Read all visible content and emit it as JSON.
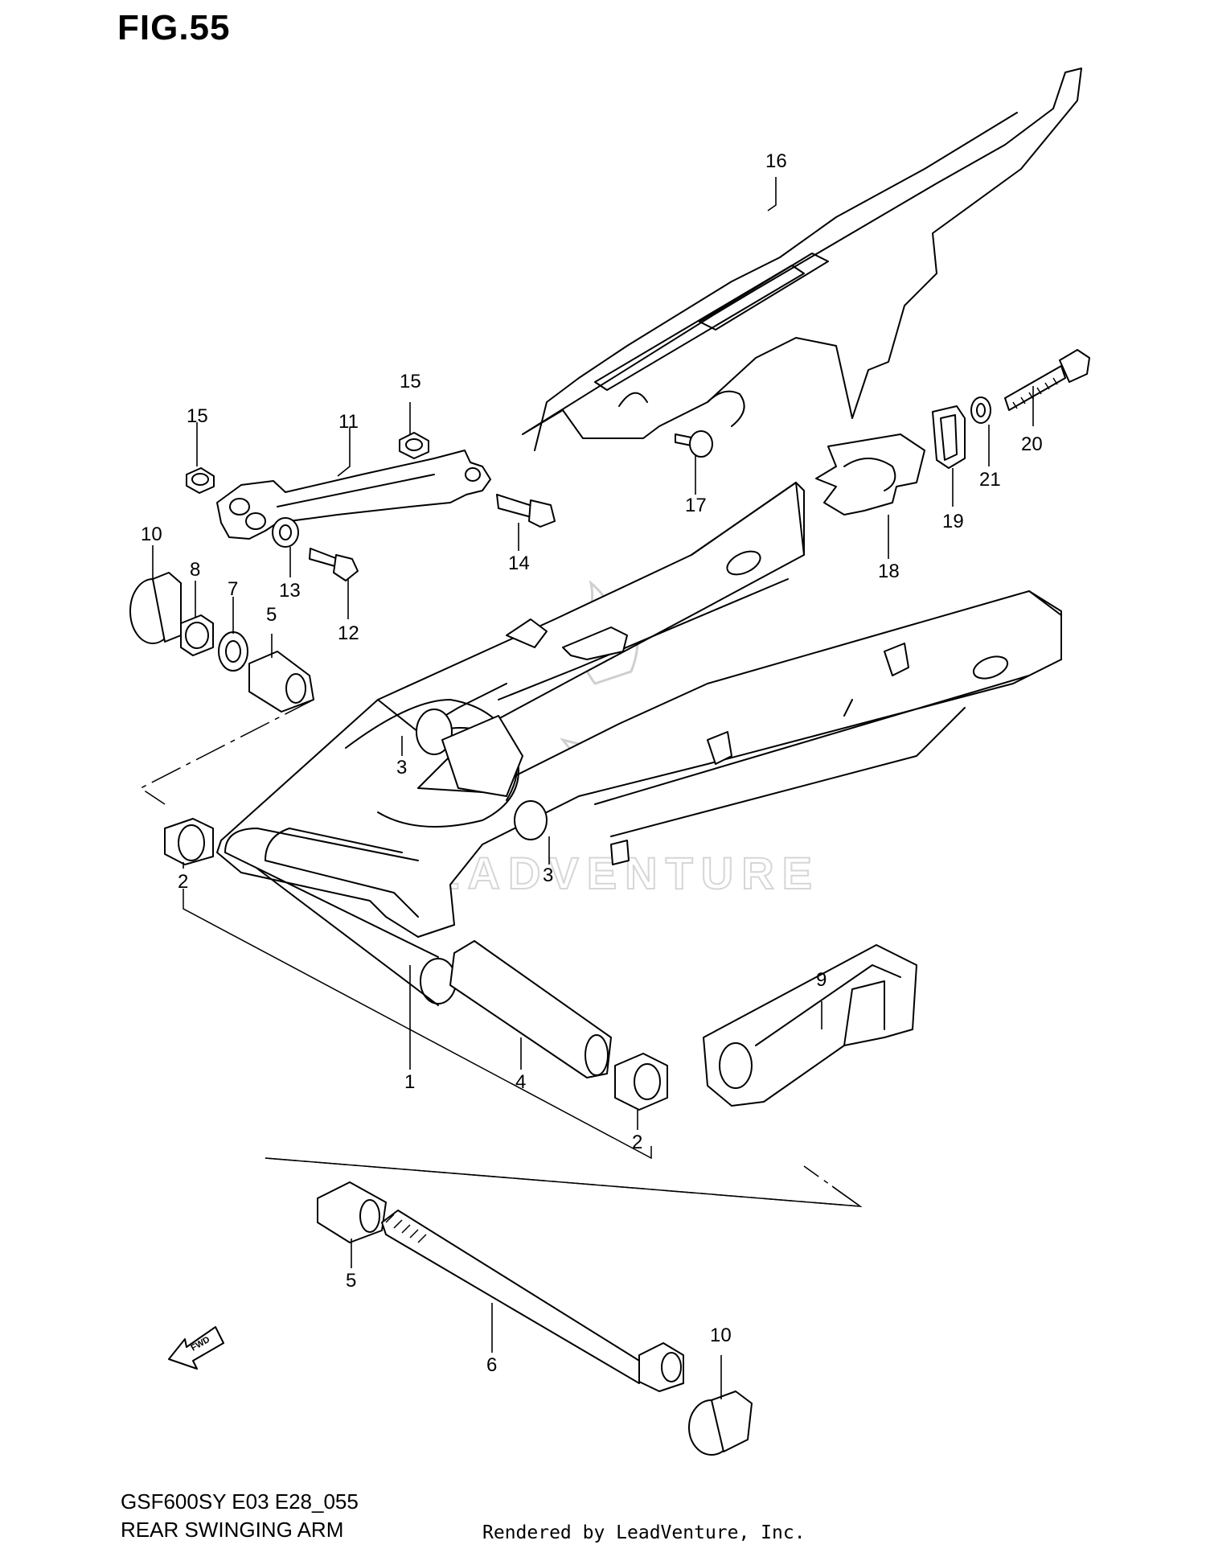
{
  "figure": {
    "title": "FIG.55"
  },
  "callouts": [
    {
      "id": "16",
      "label": "16"
    },
    {
      "id": "15a",
      "label": "15"
    },
    {
      "id": "15b",
      "label": "15"
    },
    {
      "id": "11",
      "label": "11"
    },
    {
      "id": "17",
      "label": "17"
    },
    {
      "id": "20",
      "label": "20"
    },
    {
      "id": "21",
      "label": "21"
    },
    {
      "id": "19",
      "label": "19"
    },
    {
      "id": "18",
      "label": "18"
    },
    {
      "id": "10a",
      "label": "10"
    },
    {
      "id": "8",
      "label": "8"
    },
    {
      "id": "7",
      "label": "7"
    },
    {
      "id": "5a",
      "label": "5"
    },
    {
      "id": "13",
      "label": "13"
    },
    {
      "id": "12",
      "label": "12"
    },
    {
      "id": "14",
      "label": "14"
    },
    {
      "id": "3a",
      "label": "3"
    },
    {
      "id": "3b",
      "label": "3"
    },
    {
      "id": "2a",
      "label": "2"
    },
    {
      "id": "1",
      "label": "1"
    },
    {
      "id": "4",
      "label": "4"
    },
    {
      "id": "9",
      "label": "9"
    },
    {
      "id": "2b",
      "label": "2"
    },
    {
      "id": "5b",
      "label": "5"
    },
    {
      "id": "6",
      "label": "6"
    },
    {
      "id": "10b",
      "label": "10"
    }
  ],
  "fwd_arrow": {
    "label": "FWD"
  },
  "watermark": {
    "text": "LEADVENTURE"
  },
  "footer": {
    "model_code": "GSF600SY E03 E28_055",
    "section_title": "REAR SWINGING ARM",
    "render_credit": "Rendered by LeadVenture, Inc."
  }
}
